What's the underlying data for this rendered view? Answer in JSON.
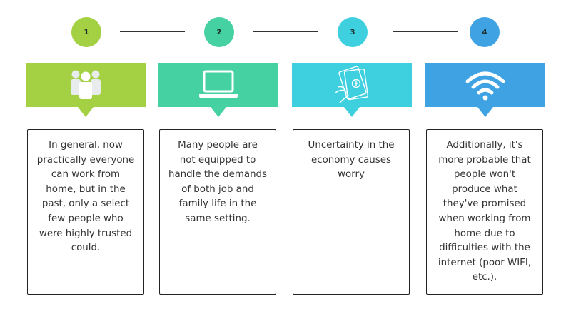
{
  "steps": [
    {
      "number": "1",
      "color": "#a4d043",
      "icon": "people-icon",
      "text": "In general, now\npractically everyone\ncan work from\nhome, but in the\npast, only a select\nfew people who\nwere highly trusted\ncould."
    },
    {
      "number": "2",
      "color": "#45d1a1",
      "icon": "laptop-icon",
      "text": "Many people are\nnot equipped to\nhandle the demands\nof both job and\nfamily life in the\nsame setting."
    },
    {
      "number": "3",
      "color": "#3fd0e0",
      "icon": "money-hand-icon",
      "text": "Uncertainty in the\neconomy causes\nworry"
    },
    {
      "number": "4",
      "color": "#3fa3e3",
      "icon": "wifi-icon",
      "text": "Additionally, it's\nmore probable that\npeople won't\nproduce what\nthey've promised\nwhen working from\nhome due to\ndifficulties with the\ninternet (poor WIFI,\netc.)."
    }
  ]
}
